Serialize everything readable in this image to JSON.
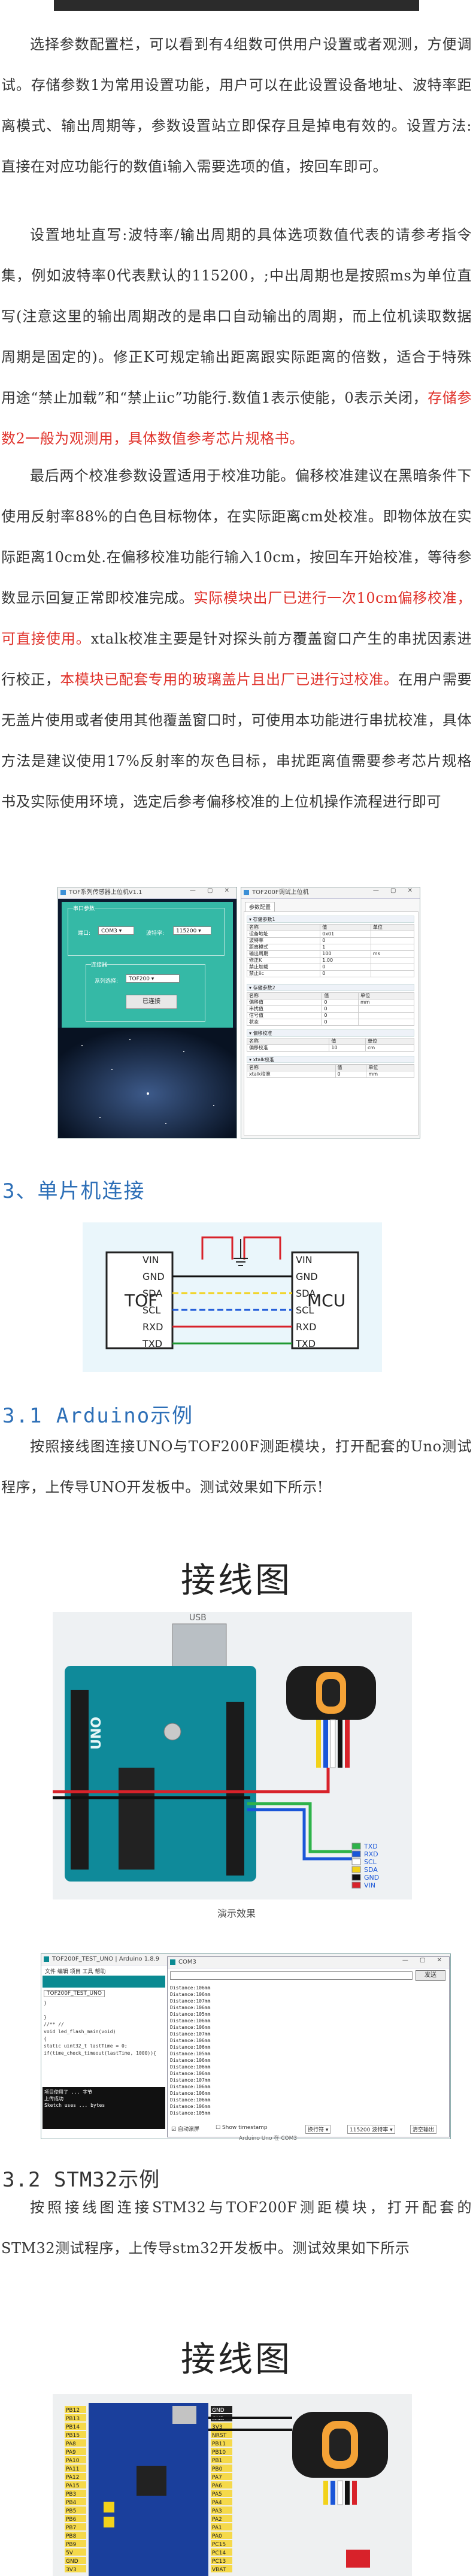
{
  "paragraphs": {
    "p1": "选择参数配置栏，可以看到有4组数可供用户设置或者观测，方便调试。存储参数1为常用设置功能，用户可以在此设置设备地址、波特率距离模式、输出周期等，参数设置站立即保存且是掉电有效的。设置方法:直接在对应功能行的数值i输入需要选项的值，按回车即可。",
    "p2_a": "设置地址直写:波特率/输出周期的具体选项数值代表的请参考指令集，例如波特率0代表默认的115200，;中出周期也是按照ms为单位直写(注意这里的输出周期改的是串口自动输出的周期，而上位机读取数据周期是固定的)。修正K可规定输出距离跟实际距离的倍数，适合于特殊用途“禁止加载”和“禁止iic”功能行.数值1表示使能，0表示关闭，",
    "p2_b": "存储参数2一般为观测用，具体数值参考芯片规格书。",
    "p3_a": "最后两个校准参数设置适用于校准功能。偏移校准建议在黑暗条件下使用反射率88%的白色目标物体，在实际距离cm处校准。即物体放在实际距离10cm处.在偏移校准功能行输入10cm，按回车开始校准，等待参数显示回复正常即校准完成。",
    "p3_b": "实际模块出厂已进行一次10cm偏移校准，可直接使用。",
    "p3_c": "xtalk校准主要是针对探头前方覆盖窗口产生的串扰因素进行校正，",
    "p3_d": "本模块已配套专用的玻璃盖片且出厂已进行过校准。",
    "p3_e": "在用户需要无盖片使用或者使用其他覆盖窗口时，可使用本功能进行串扰校准，具体方法是建议使用17%反射率的灰色目标，串扰距离值需要参考芯片规格书及实际使用环境，选定后参考偏移校准的上位机操作流程进行即可"
  },
  "headings": {
    "h3": "3、单片机连接",
    "h31": "3.1 Arduino示例",
    "h32": "3.2 STM32示例",
    "wiring1": "接线图",
    "wiring2": "接线图"
  },
  "p31": "按照接线图连接UNO与TOF200F测距模块，打开配套的Uno测试程序，上传导UNO开发板中。测试效果如下所示!",
  "p32": "按照接线图连接STM32与TOF200F测距模块，打开配套的STM32测试程序，上传导stm32开发板中。测试效果如下所示",
  "software": {
    "win1_title": "TOF系列传感器上位机V1.1",
    "group1": "串口参数",
    "port_label": "端口:",
    "port_value": "COM3",
    "baud_label": "波特率:",
    "baud_value": "115200",
    "group2": "连接器",
    "model_label": "系列选择:",
    "model_value": "TOF200",
    "connect_btn": "已连接",
    "win2_title": "TOF200F调试上位机",
    "tab1": "参数配置",
    "sec1": "存储参数1",
    "sec2": "存储参数2",
    "sec3": "偏移校准",
    "sec4": "xtalk校准",
    "col_name": "名称",
    "col_value": "值",
    "col_unit": "单位",
    "rows1": [
      {
        "name": "设备地址",
        "value": "0x01",
        "unit": ""
      },
      {
        "name": "波特率",
        "value": "0",
        "unit": ""
      },
      {
        "name": "距离模式",
        "value": "1",
        "unit": ""
      },
      {
        "name": "输出周期",
        "value": "100",
        "unit": "ms"
      },
      {
        "name": "修正K",
        "value": "1.00",
        "unit": ""
      },
      {
        "name": "禁止加载",
        "value": "0",
        "unit": ""
      },
      {
        "name": "禁止iic",
        "value": "0",
        "unit": ""
      }
    ],
    "rows2": [
      {
        "name": "偏移值",
        "value": "0",
        "unit": "mm"
      },
      {
        "name": "串扰值",
        "value": "0",
        "unit": ""
      },
      {
        "name": "信号值",
        "value": "0",
        "unit": ""
      },
      {
        "name": "状态",
        "value": "0",
        "unit": ""
      }
    ],
    "rows3": [
      {
        "name": "偏移校准",
        "value": "10",
        "unit": "cm"
      }
    ],
    "rows4": [
      {
        "name": "xtalk校准",
        "value": "0",
        "unit": "mm"
      }
    ]
  },
  "pinout": {
    "tof": "TOF",
    "mcu": "MCU",
    "pins": [
      "VIN",
      "GND",
      "SDA",
      "SCL",
      "RXD",
      "TXD"
    ]
  },
  "arduino": {
    "usb": "USB",
    "legend": [
      "TXD",
      "RXD",
      "SCL",
      "SDA",
      "GND",
      "VIN"
    ],
    "caption": "演示效果"
  },
  "ide": {
    "title": "TOF200F_TEST_UNO | Arduino 1.8.9",
    "menu": "文件 编辑 项目 工具 帮助",
    "tab": "TOF200F_TEST_UNO",
    "code": [
      "}",
      "",
      "}",
      "//**   //",
      "void led_flash_main(void)",
      "{",
      "   static uint32_t lastTime = 0;",
      "   if(time_check_timeout(lastTime, 1000)){"
    ],
    "console": [
      "项目使用了 ... 字节",
      "上传成功",
      "Sketch uses ... bytes"
    ],
    "serial_title": "COM3",
    "serial_send": "发送",
    "distances": [
      "Distance:106mm",
      "Distance:106mm",
      "Distance:107mm",
      "Distance:106mm",
      "Distance:105mm",
      "Distance:106mm",
      "Distance:106mm",
      "Distance:107mm",
      "Distance:106mm",
      "Distance:106mm",
      "Distance:105mm",
      "Distance:106mm",
      "Distance:106mm",
      "Distance:106mm",
      "Distance:107mm",
      "Distance:106mm",
      "Distance:106mm",
      "Distance:106mm",
      "Distance:106mm",
      "Distance:105mm"
    ],
    "autoscroll": "自动滚屏",
    "timestamp": "Show timestamp",
    "newline": "换行符",
    "baud": "115200 波特率",
    "clear": "清空输出",
    "status": "Arduino Uno 在 COM3"
  },
  "stm32": {
    "left_pins": [
      "PB12",
      "PB13",
      "PB14",
      "PB15",
      "PA8",
      "PA9",
      "PA10",
      "PA11",
      "PA12",
      "PA15",
      "PB3",
      "PB4",
      "PB5",
      "PB6",
      "PB7",
      "PB8",
      "PB9",
      "5V",
      "GND",
      "3V3"
    ],
    "right_pins": [
      "GND",
      "GND",
      "3V3",
      "NRST",
      "PB11",
      "PB10",
      "PB1",
      "PB0",
      "PA7",
      "PA6",
      "PA5",
      "PA4",
      "PA3",
      "PA2",
      "PA1",
      "PA0",
      "PC15",
      "PC14",
      "PC13",
      "VBAT"
    ]
  }
}
